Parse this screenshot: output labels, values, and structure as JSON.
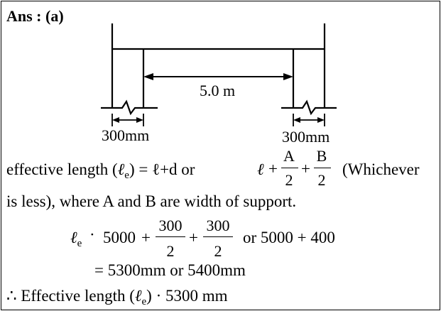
{
  "answer_label": "Ans : (a)",
  "diagram": {
    "span_label": "5.0 m",
    "left_support_label": "300mm",
    "right_support_label": "300mm"
  },
  "text": {
    "line1_start": "effective  length  (",
    "ell": "ℓ",
    "sub_e": "e",
    "line1_mid": ")  =  ℓ+d  or",
    "ell2": "ℓ",
    "plus": "+",
    "frac_A": "A",
    "frac_B": "B",
    "two": "2",
    "line1_end": "(Whichever",
    "line2": "is less), where A and B are width of support.",
    "eq_lhs_ell": "ℓ",
    "eq_lhs_sub": "e",
    "eq_dot": "·",
    "eq_5000": "5000",
    "eq_300a": "300",
    "eq_300b": "300",
    "eq_tail": "or 5000 + 400",
    "line4": "= 5300mm or 5400mm",
    "line5_start": "∴ Effective length (",
    "line5_ell": "ℓ",
    "line5_sub": "e",
    "line5_end": ") · 5300 mm"
  }
}
